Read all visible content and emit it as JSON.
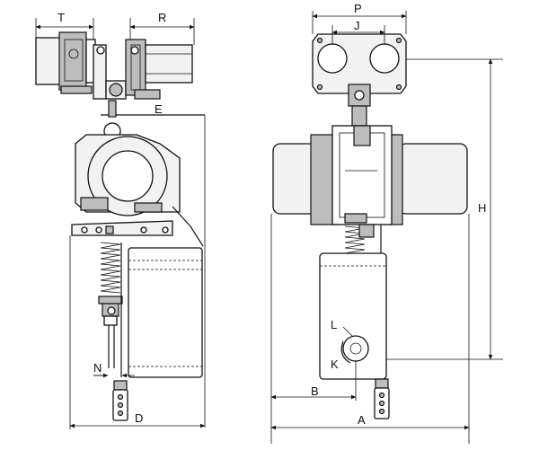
{
  "dimension_labels": {
    "T": "T",
    "R": "R",
    "E": "E",
    "N": "N",
    "D": "D",
    "P": "P",
    "J": "J",
    "H": "H",
    "L": "L",
    "K": "K",
    "B": "B",
    "A": "A"
  }
}
